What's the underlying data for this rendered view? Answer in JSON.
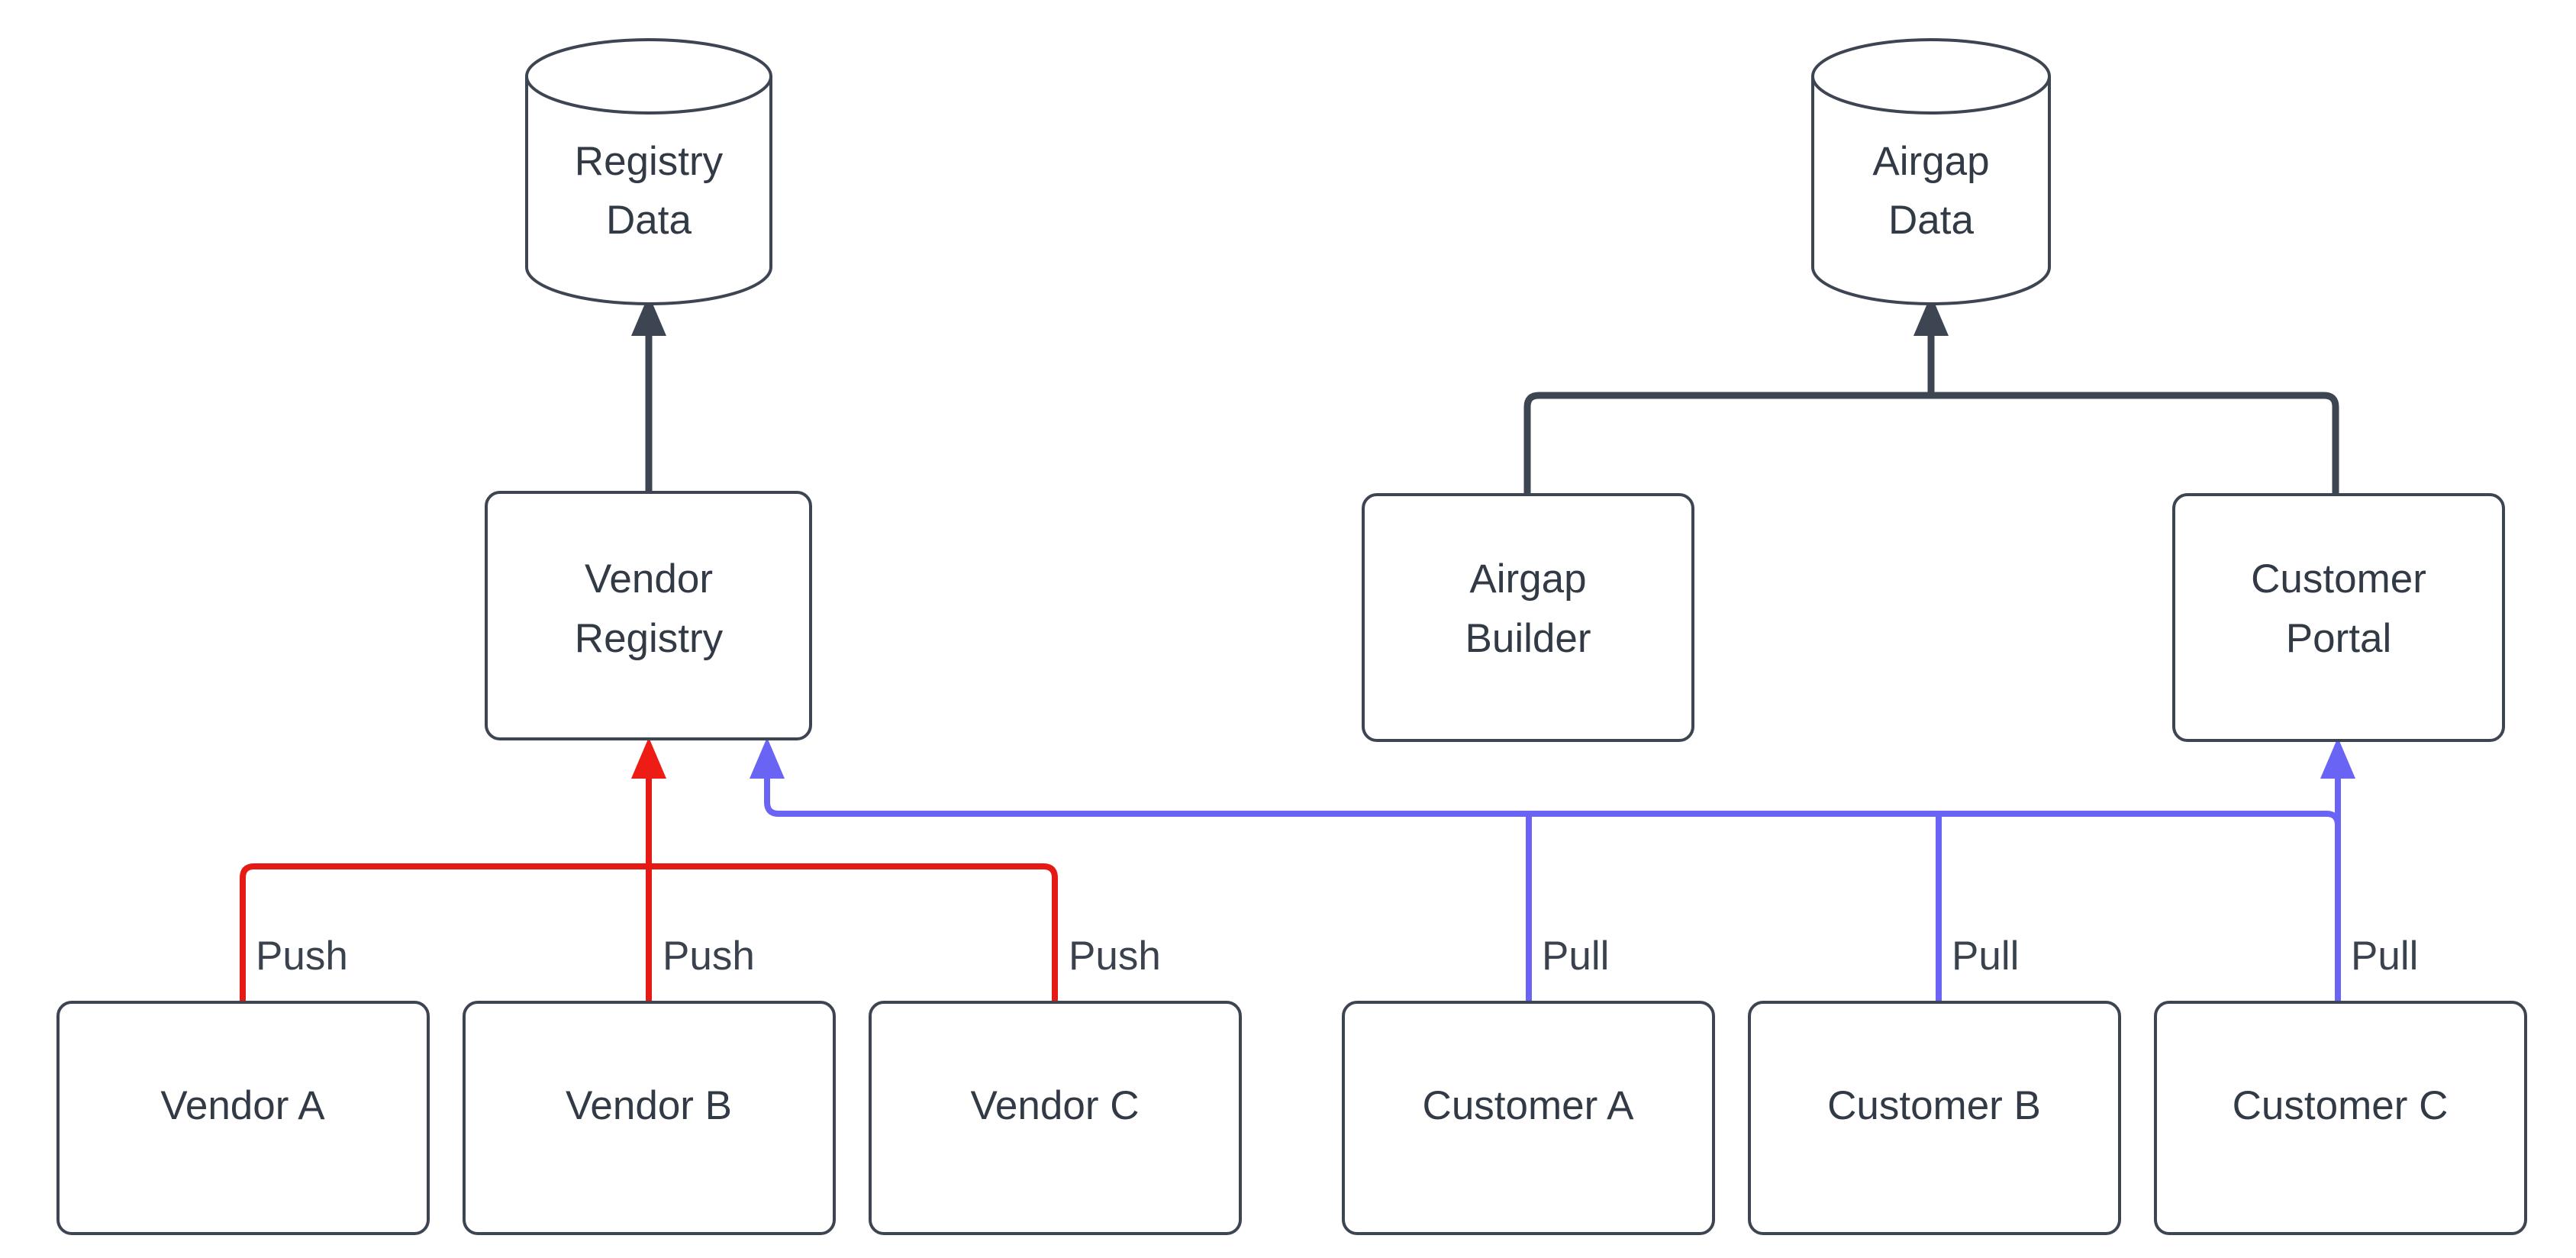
{
  "diagram": {
    "type": "flowchart",
    "title": "",
    "background_color": "#ffffff",
    "palette": {
      "node_stroke": "#3d4552",
      "node_fill": "#ffffff",
      "text": "#313a45",
      "push_edge": "#e61a14",
      "pull_edge": "#6a64f5",
      "dark_edge": "#3d4552"
    },
    "datastores": [
      {
        "id": "registry-data",
        "label_line1": "Registry",
        "label_line2": "Data",
        "shape": "cylinder"
      },
      {
        "id": "airgap-data",
        "label_line1": "Airgap",
        "label_line2": "Data",
        "shape": "cylinder"
      }
    ],
    "services": [
      {
        "id": "vendor-registry",
        "label_line1": "Vendor",
        "label_line2": "Registry",
        "shape": "rounded-rect"
      },
      {
        "id": "airgap-builder",
        "label_line1": "Airgap",
        "label_line2": "Builder",
        "shape": "rounded-rect"
      },
      {
        "id": "customer-portal",
        "label_line1": "Customer",
        "label_line2": "Portal",
        "shape": "rounded-rect"
      }
    ],
    "actors": [
      {
        "id": "vendor-a",
        "label": "Vendor A",
        "shape": "rounded-rect"
      },
      {
        "id": "vendor-b",
        "label": "Vendor B",
        "shape": "rounded-rect"
      },
      {
        "id": "vendor-c",
        "label": "Vendor C",
        "shape": "rounded-rect"
      },
      {
        "id": "customer-a",
        "label": "Customer A",
        "shape": "rounded-rect"
      },
      {
        "id": "customer-b",
        "label": "Customer B",
        "shape": "rounded-rect"
      },
      {
        "id": "customer-c",
        "label": "Customer C",
        "shape": "rounded-rect"
      }
    ],
    "edge_labels": {
      "push_a": "Push",
      "push_b": "Push",
      "push_c": "Push",
      "pull_a": "Pull",
      "pull_b": "Pull",
      "pull_c": "Pull"
    },
    "edges": [
      {
        "from": "vendor-registry",
        "to": "registry-data",
        "label": "",
        "color": "#3d4552"
      },
      {
        "from": "airgap-builder",
        "to": "airgap-data",
        "label": "",
        "color": "#3d4552"
      },
      {
        "from": "customer-portal",
        "to": "airgap-data",
        "label": "",
        "color": "#3d4552"
      },
      {
        "from": "vendor-a",
        "to": "vendor-registry",
        "label": "Push",
        "color": "#e61a14"
      },
      {
        "from": "vendor-b",
        "to": "vendor-registry",
        "label": "Push",
        "color": "#e61a14"
      },
      {
        "from": "vendor-c",
        "to": "vendor-registry",
        "label": "Push",
        "color": "#e61a14"
      },
      {
        "from": "customer-a",
        "to": "customer-portal",
        "label": "Pull",
        "color": "#6a64f5"
      },
      {
        "from": "customer-b",
        "to": "customer-portal",
        "label": "Pull",
        "color": "#6a64f5"
      },
      {
        "from": "customer-c",
        "to": "customer-portal",
        "label": "Pull",
        "color": "#6a64f5"
      },
      {
        "from": "customer-a",
        "to": "vendor-registry",
        "label": "Pull",
        "color": "#6a64f5"
      }
    ]
  }
}
